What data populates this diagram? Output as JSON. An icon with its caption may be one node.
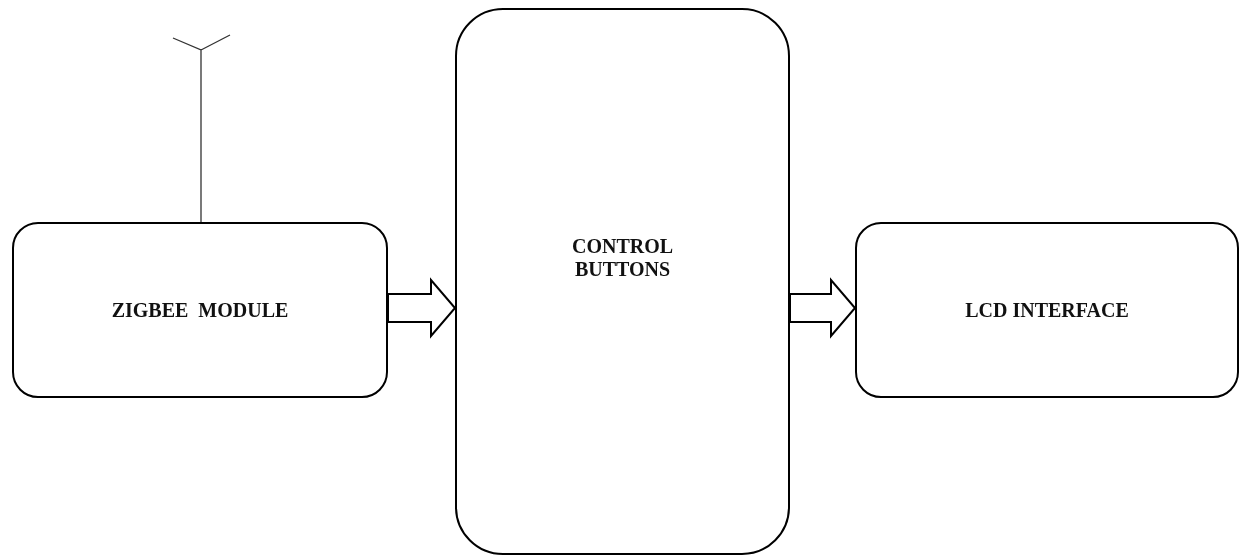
{
  "diagram": {
    "nodes": [
      {
        "text": [
          "ZIGBEE  MODULE"
        ]
      },
      {
        "text": [
          "CONTROL BUTTONS"
        ]
      },
      {
        "text": [
          "LCD INTERFACE"
        ]
      }
    ],
    "edges": [
      {
        "from": 0,
        "to": 1,
        "arrow": "to"
      },
      {
        "from": 1,
        "to": 2,
        "arrow": "to"
      }
    ]
  }
}
